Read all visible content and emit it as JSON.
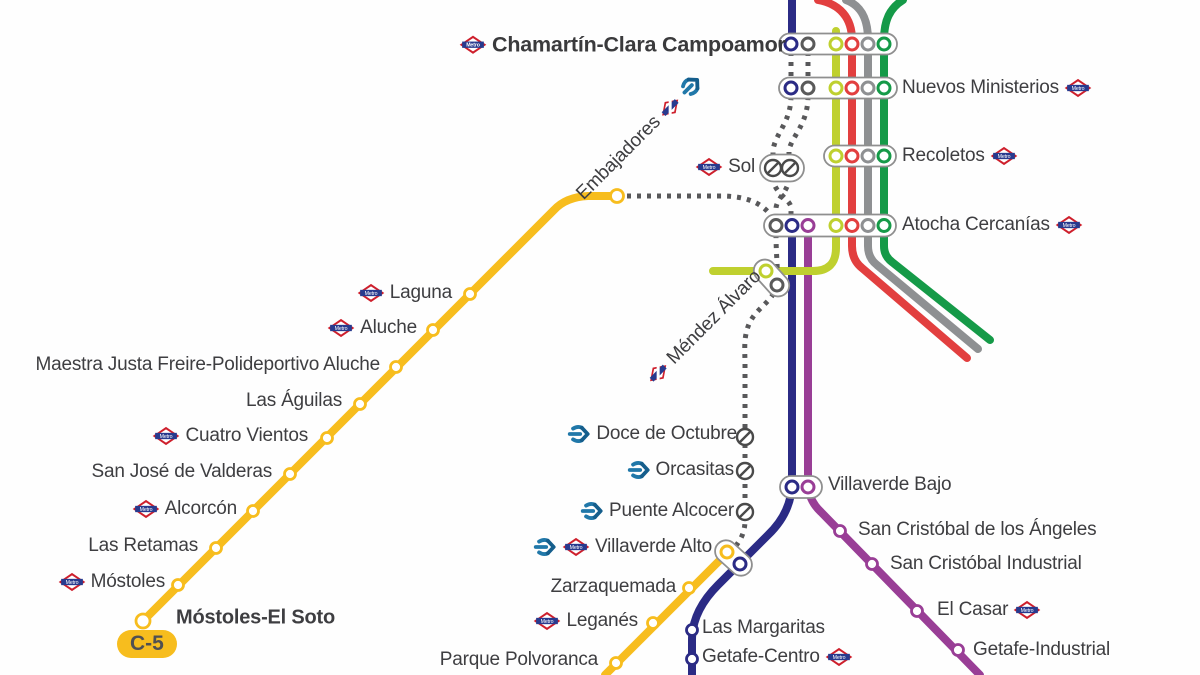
{
  "map_line_badge": "C-5",
  "icons": {
    "metro_logo_text": "Metro",
    "metro_icon": "madrid-metro-diamond",
    "metro_icon_under_construction": "madrid-metro-diamond-slashed",
    "new_station_icon": "cercanias-new-station-arrow",
    "closed_station_marker": "circle-with-slash",
    "planned_line_style": "dotted"
  },
  "colors": {
    "yellow": "#F7BD1E",
    "navy": "#2B2B85",
    "purple": "#993E96",
    "lime": "#BFD02F",
    "red": "#E23F3F",
    "grayline": "#8E9092",
    "green": "#159A48",
    "dot": "#58585A",
    "text": "#3E3E41",
    "metro_red": "#CE1F2C",
    "metro_blue": "#283A8E",
    "chev": "#2178A9"
  },
  "stations": {
    "chamartin": "Chamartín-Clara Campoamor",
    "nuevos_ministerios": "Nuevos Ministerios",
    "recoletos": "Recoletos",
    "atocha": "Atocha Cercanías",
    "sol": "Sol",
    "embajadores": "Embajadores",
    "mendez_alvaro": "Méndez Álvaro",
    "laguna": "Laguna",
    "aluche": "Aluche",
    "maestra_justa": "Maestra Justa Freire-Polideportivo Aluche",
    "las_aguilas": "Las Águilas",
    "cuatro_vientos": "Cuatro Vientos",
    "san_jose_valderas": "San José de Valderas",
    "alcorcon": "Alcorcón",
    "las_retamas": "Las Retamas",
    "mostoles": "Móstoles",
    "mostoles_el_soto": "Móstoles-El Soto",
    "doce_de_octubre": "Doce de Octubre",
    "orcasitas": "Orcasitas",
    "puente_alcocer": "Puente Alcocer",
    "villaverde_alto": "Villaverde Alto",
    "zarzaquemada": "Zarzaquemada",
    "leganes": "Leganés",
    "parque_polvoranca": "Parque Polvoranca",
    "las_margaritas": "Las Margaritas",
    "getafe_centro": "Getafe-Centro",
    "villaverde_bajo": "Villaverde Bajo",
    "san_cristobal_angeles": "San Cristóbal de los Ángeles",
    "san_cristobal_industrial": "San Cristóbal Industrial",
    "el_casar": "El Casar",
    "getafe_industrial": "Getafe-Industrial"
  }
}
